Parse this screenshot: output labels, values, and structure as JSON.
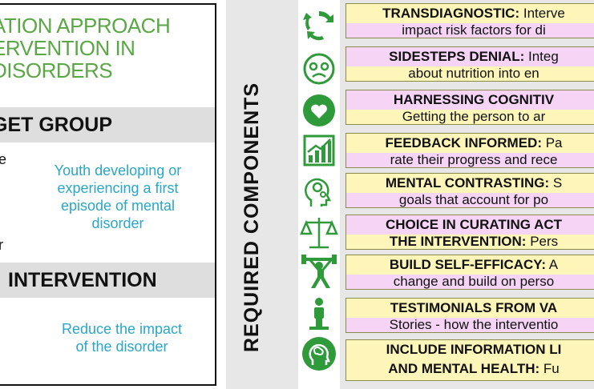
{
  "left": {
    "title": "ATION APPROACH\nERVENTION IN\nDISORDERS",
    "target_heading": "GET GROUP",
    "target_frag_top": "e",
    "target_frag_bottom": "r",
    "target_text": "Youth developing or\nexperiencing a first\nepisode of mental\ndisorder",
    "intervention_heading": "INTERVENTION",
    "intervention_text": "Reduce the impact\nof the disorder"
  },
  "vertical_heading": "REQUIRED COMPONENTS",
  "components": [
    {
      "icon": "cycle-arrows-icon",
      "label": "TRANSDIAGNOSTIC:",
      "rest": " Interve",
      "line2": "impact risk factors for di"
    },
    {
      "icon": "worried-face-icon",
      "label": "SIDESTEPS DENIAL:",
      "rest": " Integ",
      "line2": "about nutrition into en"
    },
    {
      "icon": "heart-icon",
      "label": "HARNESSING COGNITIV",
      "rest": "",
      "line2": "Getting the person to ar"
    },
    {
      "icon": "bar-chart-icon",
      "label": "FEEDBACK INFORMED:",
      "rest": " Pa",
      "line2": "rate their progress and rece"
    },
    {
      "icon": "head-gears-icon",
      "label": "MENTAL CONTRASTING:",
      "rest": " S",
      "line2": "goals that account for po"
    },
    {
      "icon": "scales-icon",
      "label": "CHOICE IN CURATING ACT",
      "rest": "",
      "line2b": "THE INTERVENTION:",
      "line2": " Pers"
    },
    {
      "icon": "weightlifter-icon",
      "label": "BUILD SELF-EFFICACY:",
      "rest": " A",
      "line2": "change and build on perso"
    },
    {
      "icon": "speaker-icon",
      "label": "TESTIMONIALS FROM VA",
      "rest": "",
      "line2": "Stories - how the interventio"
    },
    {
      "icon": "brain-head-icon",
      "label": "INCLUDE INFORMATION LI",
      "rest": "",
      "line2b": "AND MENTAL HEALTH:",
      "line2": " Fu"
    }
  ],
  "colors": {
    "title_green": "#5aa845",
    "blue_text": "#2aa6c8",
    "icon_green": "#2f9a3a",
    "card_yellow": "#fdf6b8",
    "card_pink": "#f6d4f6",
    "band_gray": "#dedede"
  }
}
